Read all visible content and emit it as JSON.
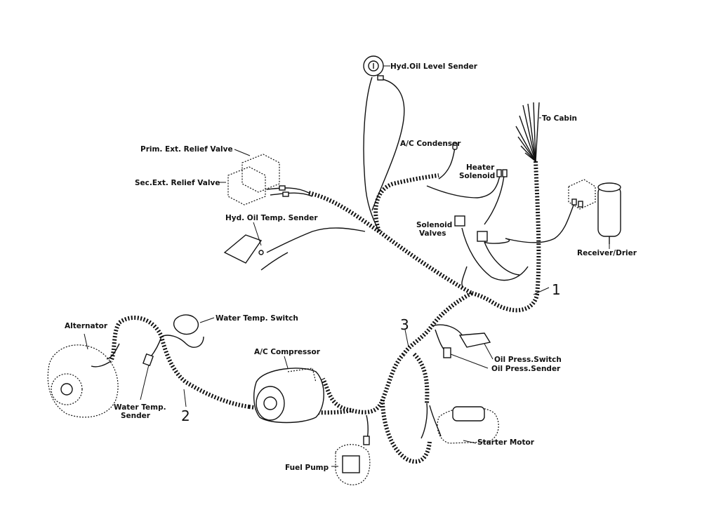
{
  "labels": {
    "hyd_oil_level_sender": "Hyd.Oil Level Sender",
    "to_cabin": "To Cabin",
    "ac_condenser": "A/C Condenser",
    "heater": "Heater",
    "solenoid": "Solenoid",
    "prim_ext_relief_valve": "Prim. Ext. Relief Valve",
    "sec_ext_relief_valve": "Sec.Ext. Relief Valve",
    "hyd_oil_temp_sender": "Hyd. Oil Temp. Sender",
    "solenoid_valves_1": "Solenoid",
    "solenoid_valves_2": "Valves",
    "receiver_drier": "Receiver/Drier",
    "alternator": "Alternator",
    "water_temp_switch": "Water Temp. Switch",
    "ac_compressor": "A/C Compressor",
    "oil_press_switch": "Oil Press.Switch",
    "oil_press_sender": "Oil Press.Sender",
    "water_temp_sender_1": "Water Temp.",
    "water_temp_sender_2": "Sender",
    "starter_motor": "Starter Motor",
    "fuel_pump": "Fuel Pump"
  },
  "callouts": {
    "one": "1",
    "two": "2",
    "three": "3"
  }
}
